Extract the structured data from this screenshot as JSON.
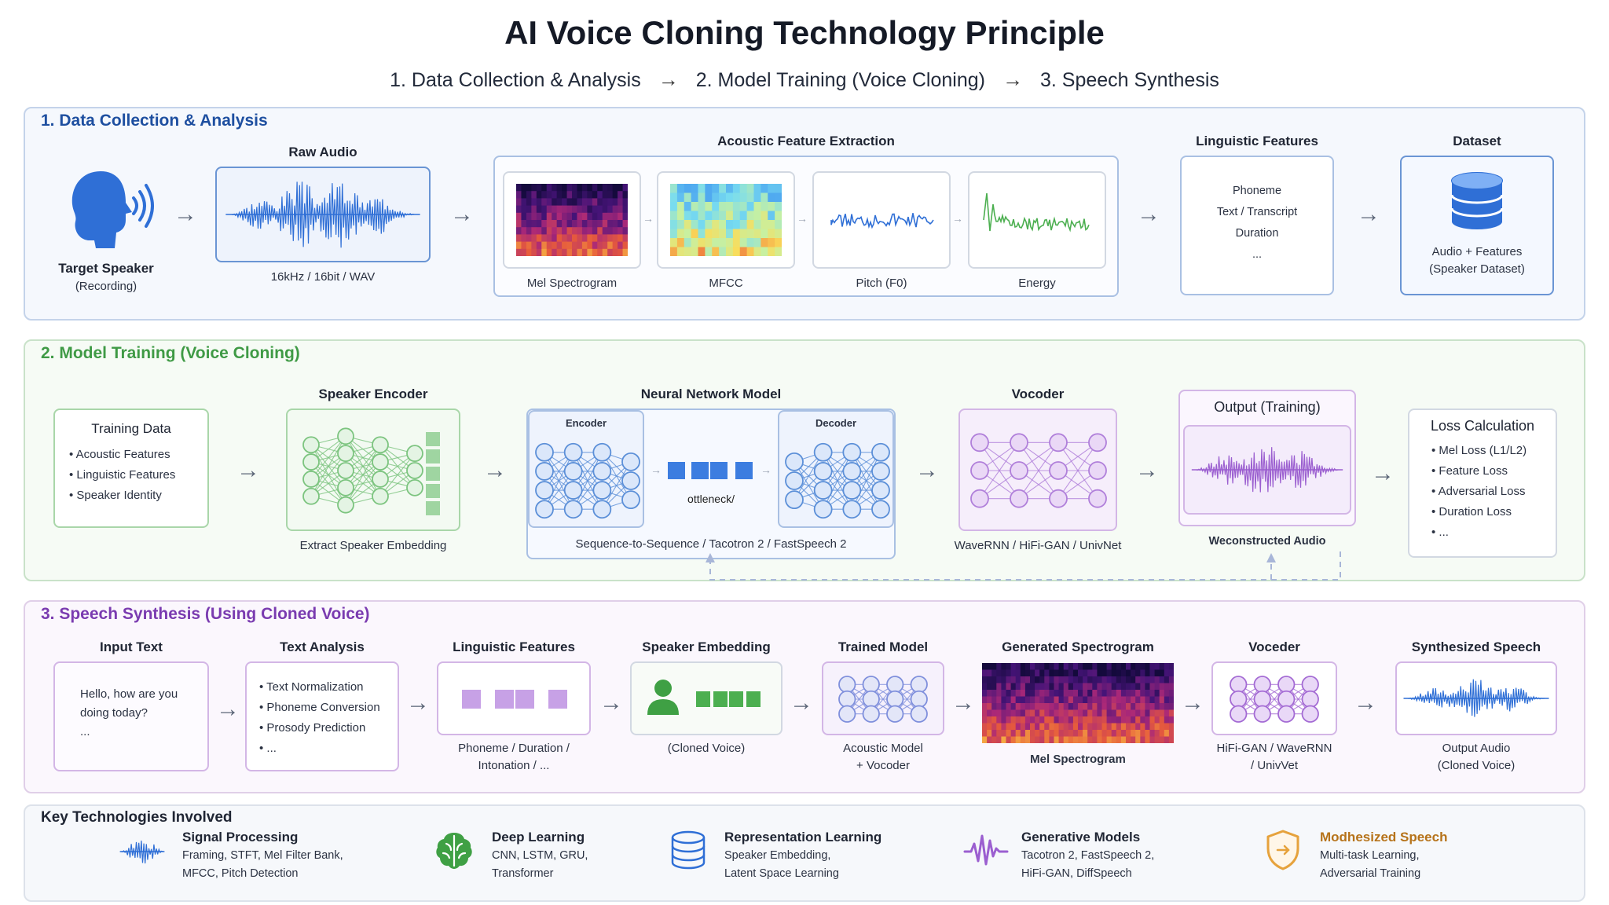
{
  "title": "AI Voice Cloning Technology Principle",
  "steps": [
    "1. Data Collection & Analysis",
    "2. Model Training (Voice Cloning)",
    "3. Speech Synthesis"
  ],
  "step_separator": "→",
  "section1": {
    "title": "1. Data Collection & Analysis",
    "speaker": {
      "label": "Target Speaker",
      "sub": "(Recording)",
      "icon": "speaking-head-icon"
    },
    "raw_audio": {
      "label": "Raw Audio",
      "caption": "16kHz / 16bit / WAV"
    },
    "feature_extraction": {
      "label": "Acoustic Feature Extraction",
      "items": [
        "Mel Spectrogram",
        "MFCC",
        "Pitch (F0)",
        "Energy"
      ]
    },
    "linguistic": {
      "label": "Linguistic Features",
      "items": [
        "Phoneme",
        "Text / Transcript",
        "Duration",
        "..."
      ]
    },
    "dataset": {
      "label": "Dataset",
      "caption_line1": "Audio + Features",
      "caption_line2": "(Speaker Dataset)",
      "icon": "database-icon"
    }
  },
  "section2": {
    "title": "2. Model Training (Voice Cloning)",
    "training_data": {
      "label": "Training Data",
      "items": [
        "• Acoustic Features",
        "• Linguistic Features",
        "• Speaker Identity"
      ]
    },
    "speaker_encoder": {
      "label": "Speaker Encoder",
      "caption": "Extract Speaker Embedding"
    },
    "nn_model": {
      "label": "Neural Network Model",
      "encoder": "Encoder",
      "decoder": "Decoder",
      "bottleneck": "ottleneck/",
      "caption": "Sequence-to-Sequence / Tacotron 2 / FastSpeech 2"
    },
    "vocoder": {
      "label": "Vocoder",
      "caption": "WaveRNN / HiFi-GAN / UnivNet"
    },
    "output": {
      "label": "Output (Training)",
      "caption": "Weconstructed Audio"
    },
    "loss": {
      "label": "Loss Calculation",
      "items": [
        "• Mel Loss (L1/L2)",
        "• Feature Loss",
        "• Adversarial Loss",
        "• Duration Loss",
        "• ..."
      ]
    }
  },
  "section3": {
    "title": "3. Speech Synthesis (Using Cloned Voice)",
    "input_text": {
      "label": "Input Text",
      "lines": [
        "Hello, how are you",
        "doing today?",
        "..."
      ]
    },
    "text_analysis": {
      "label": "Text Analysis",
      "items": [
        "• Text Normalization",
        "• Phoneme Conversion",
        "• Prosody Prediction",
        "• ..."
      ]
    },
    "linguistic": {
      "label": "Linguistic Features",
      "caption_line1": "Phoneme / Duration /",
      "caption_line2": "Intonation / ..."
    },
    "speaker_embedding": {
      "label": "Speaker Embedding",
      "caption": "(Cloned Voice)",
      "icon": "person-icon"
    },
    "trained_model": {
      "label": "Trained Model",
      "caption_line1": "Acoustic Model",
      "caption_line2": "+ Vocoder"
    },
    "generated": {
      "label": "Generated Spectrogram",
      "caption": "Mel Spectrogram"
    },
    "vocoder": {
      "label": "Voceder",
      "caption_line1": "HiFi-GAN / WaveRNN",
      "caption_line2": "/ UnivVet"
    },
    "synth": {
      "label": "Synthesized Speech",
      "caption_line1": "Output Audio",
      "caption_line2": "(Cloned Voice)"
    }
  },
  "section4": {
    "title": "Key Technologies Involved",
    "items": [
      {
        "name": "Signal Processing",
        "line1": "Framing, STFT, Mel Filter Bank,",
        "line2": "MFCC, Pitch Detection",
        "icon": "waveform-icon"
      },
      {
        "name": "Deep Learning",
        "line1": "CNN, LSTM, GRU,",
        "line2": "Transformer",
        "icon": "brain-icon"
      },
      {
        "name": "Representation Learning",
        "line1": "Speaker Embedding,",
        "line2": "Latent Space Learning",
        "icon": "database-icon"
      },
      {
        "name": "Generative Models",
        "line1": "Tacotron 2, FastSpeech 2,",
        "line2": "HiFi-GAN, DiffSpeech",
        "icon": "pulse-icon"
      },
      {
        "name": "Modhesized Speech",
        "line1": "Multi-task Learning,",
        "line2": "Adversarial Training",
        "icon": "shield-icon"
      }
    ]
  },
  "colors": {
    "blue": "#2f6fd6",
    "green": "#52a957",
    "purple": "#9b5fd0",
    "orange": "#e6a23c"
  }
}
